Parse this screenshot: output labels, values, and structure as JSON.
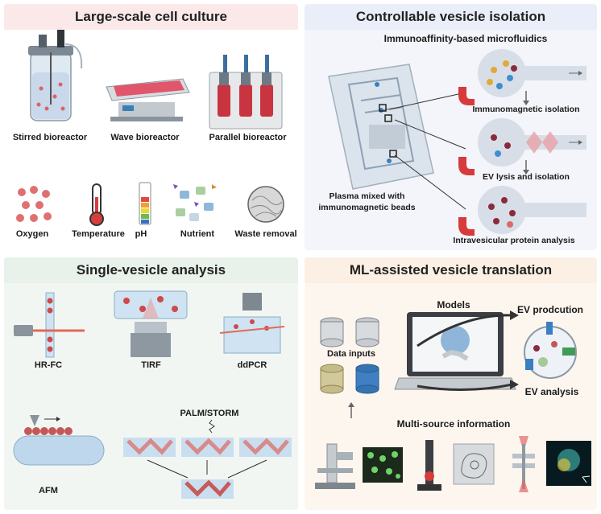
{
  "panels": {
    "culture": {
      "title": "Large-scale cell culture",
      "bioreactors": [
        "Stirred bioreactor",
        "Wave bioreactor",
        "Parallel bioreactor"
      ],
      "parameters": [
        "Oxygen",
        "Temperature",
        "pH",
        "Nutrient",
        "Waste removal"
      ]
    },
    "isolation": {
      "title": "Controllable vesicle isolation",
      "subtitle": "Immunoaffinity-based microfluidics",
      "steps": [
        "Immunomagnetic isolation",
        "EV lysis and isolation",
        "Intravesicular protein analysis"
      ],
      "sample_label": "Plasma mixed with immunomagnetic beads"
    },
    "single": {
      "title": "Single-vesicle analysis",
      "methods": [
        "HR-FC",
        "TIRF",
        "ddPCR",
        "AFM",
        "PALM/STORM"
      ]
    },
    "ml": {
      "title": "ML-assisted vesicle translation",
      "models": "Models",
      "data_inputs": "Data inputs",
      "production": "EV prodcution",
      "analysis": "EV analysis",
      "multi_source": "Multi-source information"
    }
  },
  "colors": {
    "culture_bg": "#fbe9e9",
    "isolation_bg": "#e9eef8",
    "single_bg": "#e8f1ea",
    "ml_bg": "#fcefe3"
  }
}
